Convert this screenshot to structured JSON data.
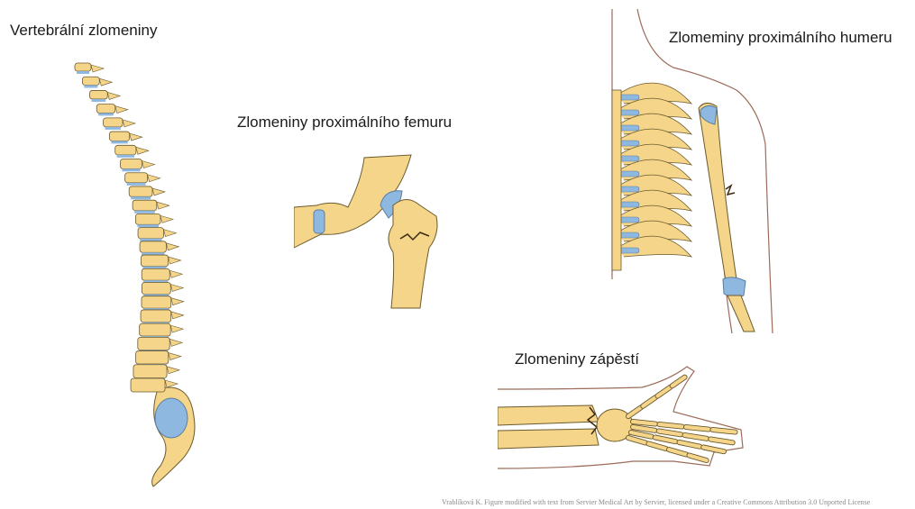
{
  "labels": {
    "vertebral": "Vertebrální zlomeniny",
    "femur": "Zlomeniny proximálního femuru",
    "humerus": "Zlomeminy proximálního humeru",
    "wrist": "Zlomeniny zápěstí"
  },
  "credit": "Vrablíková K. Figure modified with text from Servier Medical Art by Servier, licensed under a Creative Commons Attribution 3.0 Unported License",
  "colors": {
    "bone": "#f5d58a",
    "bone_outline": "#6b5a2e",
    "cartilage": "#8fb8e0",
    "skin_outline": "#9c6b5a",
    "fracture": "#3a2a10"
  }
}
